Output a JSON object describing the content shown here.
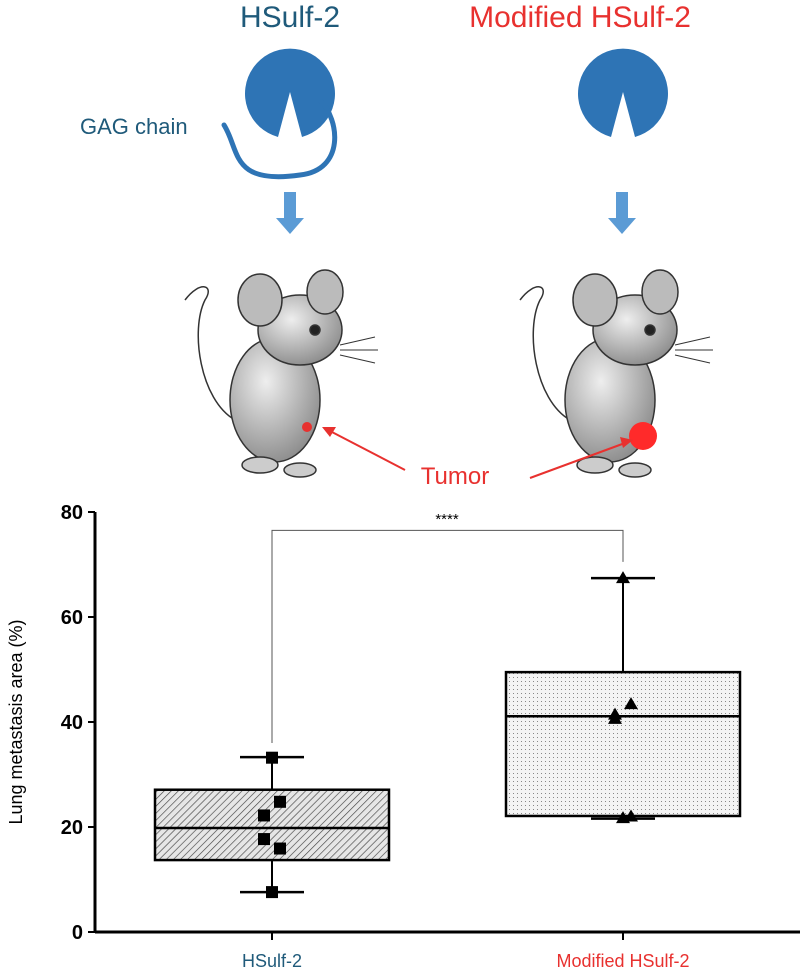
{
  "diagram": {
    "left_title": "HSulf-2",
    "right_title": "Modified HSulf-2",
    "gag_label": "GAG chain",
    "tumor_label": "Tumor",
    "colors": {
      "teal": "#1f5a7a",
      "red": "#e8312f",
      "enzyme_blue": "#2e74b5",
      "arrow_blue": "#5b9bd5"
    }
  },
  "chart_data": {
    "type": "box",
    "title": "",
    "significance": "****",
    "xlabel": "",
    "ylabel": "Lung metastasis area (%)",
    "ylim": [
      0,
      80
    ],
    "yticks": [
      0,
      20,
      40,
      60,
      80
    ],
    "grid": false,
    "categories": [
      "HSulf-2",
      "Modified HSulf-2"
    ],
    "series": [
      {
        "name": "HSulf-2",
        "min": 7.6,
        "q1": 13.7,
        "median": 19.8,
        "q3": 27.1,
        "max": 33.3,
        "points": [
          33.2,
          24.8,
          22.2,
          17.7,
          15.9,
          7.6
        ],
        "marker": "square",
        "fill": "hatch",
        "label_color": "#1f5a7a"
      },
      {
        "name": "Modified HSulf-2",
        "min": 21.6,
        "q1": 22.1,
        "median": 41.1,
        "q3": 49.5,
        "max": 67.4,
        "points": [
          67.4,
          43.4,
          41.4,
          40.6,
          22.0,
          21.7
        ],
        "marker": "triangle",
        "fill": "dots",
        "label_color": "#e8312f"
      }
    ]
  }
}
